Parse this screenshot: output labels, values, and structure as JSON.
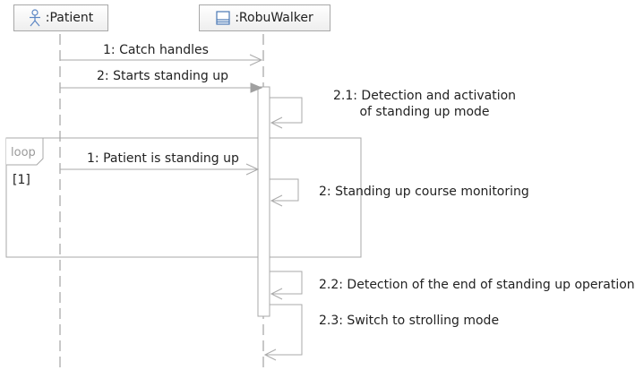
{
  "lifelines": [
    {
      "name": ":Patient",
      "icon": "actor-icon"
    },
    {
      "name": ":RobuWalker",
      "icon": "class-icon"
    }
  ],
  "messages": [
    {
      "label": "1: Catch handles",
      "type": "async"
    },
    {
      "label": "2: Starts standing up",
      "type": "sync"
    },
    {
      "label": "1: Patient is standing up",
      "type": "async"
    }
  ],
  "self_messages": [
    {
      "line1": "2.1: Detection and activation",
      "line2": "of standing up mode"
    },
    {
      "label": "2: Standing up course monitoring"
    },
    {
      "label": "2.2: Detection of the end of standing up operation"
    },
    {
      "label": "2.3: Switch to strolling mode"
    }
  ],
  "fragment": {
    "operator": "loop",
    "guard": "[1]"
  }
}
